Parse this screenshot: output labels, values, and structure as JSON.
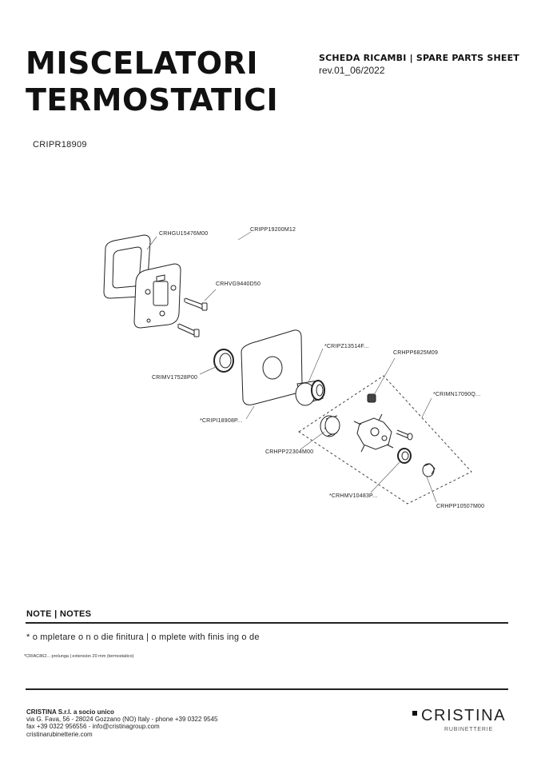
{
  "header": {
    "title_line1": "MISCELATORI",
    "title_line2": "TERMOSTATICI",
    "sheet_title": "SCHEDA RICAMBI | SPARE PARTS SHEET",
    "revision": "rev.01_06/2022"
  },
  "product_code": "CRIPR18909",
  "parts": [
    {
      "code": "CRHGU15476M00"
    },
    {
      "code": "CRIPP19200M12"
    },
    {
      "code": "CRHVG9440D50"
    },
    {
      "code": "CRIMV17528P00"
    },
    {
      "code": "*CRIPZ13514F..."
    },
    {
      "code": "CRHPP6825M09"
    },
    {
      "code": "*CRIMN17090Q..."
    },
    {
      "code": "*CRIPI18908P..."
    },
    {
      "code": "CRHPP22304M00"
    },
    {
      "code": "*CRHMV10483P..."
    },
    {
      "code": "CRHPP10507M00"
    }
  ],
  "notes": {
    "heading": "NOTE | NOTES",
    "line1": "* o  mpletare o  n  o  die   finitura   | o  mplete with finis  ing o  de",
    "line2": "*CRIAC862... prolunga | extension 20 mm (termostatico)"
  },
  "footer": {
    "company": "CRISTINA S.r.l. a socio unico",
    "address": "via G. Fava, 56 - 28024 Gozzano (NO) Italy - phone +39 0322 9545",
    "contact": "fax +39 0322 956556 - info@cristinagroup.com",
    "website": "cristinarubinetterie.com"
  },
  "brand": {
    "name": "CRISTINA",
    "subtitle": "RUBINETTERIE"
  }
}
